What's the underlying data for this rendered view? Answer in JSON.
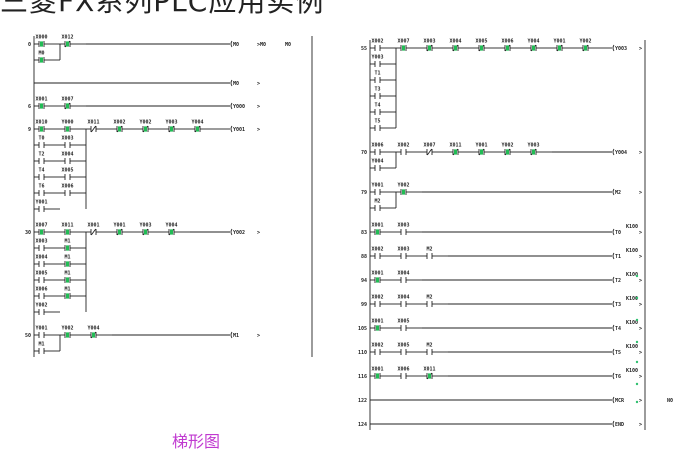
{
  "title": "三菱FX系列PLC应用实例",
  "caption": "梯形图",
  "colors": {
    "line": "#222222",
    "contact": "#22bb55",
    "dot": "#30c070",
    "caption": "#c03ad0"
  },
  "left_diagram": {
    "rungs": [
      {
        "step": "0",
        "rows": [
          {
            "contacts": [
              {
                "label": "X000",
                "type": "NO",
                "active": true
              },
              {
                "label": "X012",
                "type": "NC",
                "active": true
              }
            ],
            "coil": "M0",
            "branch": "M0",
            "extra": "M0"
          },
          {
            "contacts": [
              {
                "label": "M0",
                "type": "NO",
                "active": true
              }
            ]
          }
        ]
      },
      {
        "step": "",
        "rows": [
          {
            "contacts": [],
            "coil": "M0"
          }
        ]
      },
      {
        "step": "6",
        "rows": [
          {
            "contacts": [
              {
                "label": "X001",
                "type": "NO",
                "active": true
              },
              {
                "label": "X007",
                "type": "NC",
                "active": true
              }
            ],
            "coil": "Y000"
          }
        ]
      },
      {
        "step": "9",
        "rows": [
          {
            "contacts": [
              {
                "label": "X010",
                "type": "NO",
                "active": true
              },
              {
                "label": "Y000",
                "type": "NO",
                "active": true
              },
              {
                "label": "X011",
                "type": "NC",
                "active": false
              },
              {
                "label": "X002",
                "type": "NC",
                "active": true
              },
              {
                "label": "Y002",
                "type": "NC",
                "active": true
              },
              {
                "label": "Y003",
                "type": "NC",
                "active": true
              },
              {
                "label": "Y004",
                "type": "NC",
                "active": true
              }
            ],
            "coil": "Y001"
          },
          {
            "contacts": [
              {
                "label": "T0",
                "type": "NO",
                "active": false
              },
              {
                "label": "X003",
                "type": "NO",
                "active": false
              }
            ]
          },
          {
            "contacts": [
              {
                "label": "T2",
                "type": "NO",
                "active": false
              },
              {
                "label": "X004",
                "type": "NO",
                "active": false
              }
            ]
          },
          {
            "contacts": [
              {
                "label": "T4",
                "type": "NO",
                "active": false
              },
              {
                "label": "X005",
                "type": "NO",
                "active": false
              }
            ]
          },
          {
            "contacts": [
              {
                "label": "T6",
                "type": "NO",
                "active": false
              },
              {
                "label": "X006",
                "type": "NO",
                "active": false
              }
            ]
          },
          {
            "contacts": [
              {
                "label": "Y001",
                "type": "NO",
                "active": false
              }
            ]
          }
        ]
      },
      {
        "step": "30",
        "rows": [
          {
            "contacts": [
              {
                "label": "X007",
                "type": "NO",
                "active": true
              },
              {
                "label": "X011",
                "type": "NO",
                "active": true
              },
              {
                "label": "X001",
                "type": "NC",
                "active": false
              },
              {
                "label": "Y001",
                "type": "NC",
                "active": true
              },
              {
                "label": "Y003",
                "type": "NC",
                "active": true
              },
              {
                "label": "Y004",
                "type": "NC",
                "active": true
              }
            ],
            "coil": "Y002"
          },
          {
            "contacts": [
              {
                "label": "X003",
                "type": "NO",
                "active": false
              },
              {
                "label": "M1",
                "type": "NO",
                "active": true
              }
            ]
          },
          {
            "contacts": [
              {
                "label": "X004",
                "type": "NO",
                "active": false
              },
              {
                "label": "M1",
                "type": "NO",
                "active": true
              }
            ]
          },
          {
            "contacts": [
              {
                "label": "X005",
                "type": "NO",
                "active": false
              },
              {
                "label": "M1",
                "type": "NO",
                "active": true
              }
            ]
          },
          {
            "contacts": [
              {
                "label": "X006",
                "type": "NO",
                "active": false
              },
              {
                "label": "M1",
                "type": "NO",
                "active": true
              }
            ]
          },
          {
            "contacts": [
              {
                "label": "Y002",
                "type": "NO",
                "active": false
              }
            ]
          }
        ]
      },
      {
        "step": "50",
        "rows": [
          {
            "contacts": [
              {
                "label": "Y001",
                "type": "NO",
                "active": false
              },
              {
                "label": "Y002",
                "type": "NO",
                "active": true
              },
              {
                "label": "Y004",
                "type": "NC",
                "active": true
              }
            ],
            "coil": "M1"
          },
          {
            "contacts": [
              {
                "label": "M1",
                "type": "NO",
                "active": false
              }
            ]
          }
        ]
      }
    ]
  },
  "right_diagram": {
    "rungs": [
      {
        "step": "55",
        "rows": [
          {
            "contacts": [
              {
                "label": "X002",
                "type": "NO",
                "active": false
              },
              {
                "label": "X007",
                "type": "NO",
                "active": true
              },
              {
                "label": "X003",
                "type": "NC",
                "active": true
              },
              {
                "label": "X004",
                "type": "NC",
                "active": true
              },
              {
                "label": "X005",
                "type": "NC",
                "active": true
              },
              {
                "label": "X006",
                "type": "NC",
                "active": true
              },
              {
                "label": "Y004",
                "type": "NC",
                "active": true
              },
              {
                "label": "Y001",
                "type": "NC",
                "active": true
              },
              {
                "label": "Y002",
                "type": "NC",
                "active": true
              }
            ],
            "coil": "Y003"
          },
          {
            "contacts": [
              {
                "label": "Y003",
                "type": "NO",
                "active": false
              }
            ]
          },
          {
            "contacts": [
              {
                "label": "T1",
                "type": "NO",
                "active": false
              }
            ]
          },
          {
            "contacts": [
              {
                "label": "T3",
                "type": "NO",
                "active": false
              }
            ]
          },
          {
            "contacts": [
              {
                "label": "T4",
                "type": "NO",
                "active": false
              }
            ]
          },
          {
            "contacts": [
              {
                "label": "T5",
                "type": "NO",
                "active": false
              }
            ]
          }
        ]
      },
      {
        "step": "70",
        "rows": [
          {
            "contacts": [
              {
                "label": "X006",
                "type": "NO",
                "active": false
              },
              {
                "label": "X002",
                "type": "NO",
                "active": false
              },
              {
                "label": "X007",
                "type": "NC",
                "active": false
              },
              {
                "label": "X011",
                "type": "NC",
                "active": true
              },
              {
                "label": "Y001",
                "type": "NC",
                "active": true
              },
              {
                "label": "Y002",
                "type": "NC",
                "active": true
              },
              {
                "label": "Y003",
                "type": "NC",
                "active": true
              }
            ],
            "coil": "Y004"
          },
          {
            "contacts": [
              {
                "label": "Y004",
                "type": "NO",
                "active": false
              }
            ]
          }
        ]
      },
      {
        "step": "79",
        "rows": [
          {
            "contacts": [
              {
                "label": "Y001",
                "type": "NO",
                "active": false
              },
              {
                "label": "Y002",
                "type": "NO",
                "active": true
              }
            ],
            "coil": "M2"
          },
          {
            "contacts": [
              {
                "label": "M2",
                "type": "NO",
                "active": false
              }
            ]
          }
        ]
      },
      {
        "step": "83",
        "rows": [
          {
            "contacts": [
              {
                "label": "X001",
                "type": "NO",
                "active": true
              },
              {
                "label": "X003",
                "type": "NO",
                "active": false
              }
            ],
            "coil": "T0",
            "k": "K100"
          }
        ]
      },
      {
        "step": "88",
        "rows": [
          {
            "contacts": [
              {
                "label": "X002",
                "type": "NO",
                "active": false
              },
              {
                "label": "X003",
                "type": "NO",
                "active": false
              },
              {
                "label": "M2",
                "type": "NO",
                "active": false
              }
            ],
            "coil": "T1",
            "k": "K100"
          }
        ]
      },
      {
        "step": "94",
        "rows": [
          {
            "contacts": [
              {
                "label": "X001",
                "type": "NO",
                "active": true
              },
              {
                "label": "X004",
                "type": "NO",
                "active": false
              }
            ],
            "coil": "T2",
            "k": "K100"
          }
        ]
      },
      {
        "step": "99",
        "rows": [
          {
            "contacts": [
              {
                "label": "X002",
                "type": "NO",
                "active": false
              },
              {
                "label": "X004",
                "type": "NO",
                "active": false
              },
              {
                "label": "M2",
                "type": "NO",
                "active": false
              }
            ],
            "coil": "T3",
            "k": "K100"
          }
        ]
      },
      {
        "step": "105",
        "rows": [
          {
            "contacts": [
              {
                "label": "X001",
                "type": "NO",
                "active": true
              },
              {
                "label": "X005",
                "type": "NO",
                "active": false
              }
            ],
            "coil": "T4",
            "k": "K100"
          }
        ]
      },
      {
        "step": "110",
        "rows": [
          {
            "contacts": [
              {
                "label": "X002",
                "type": "NO",
                "active": false
              },
              {
                "label": "X005",
                "type": "NO",
                "active": false
              },
              {
                "label": "M2",
                "type": "NO",
                "active": false
              }
            ],
            "coil": "T5",
            "k": "K100"
          }
        ]
      },
      {
        "step": "116",
        "rows": [
          {
            "contacts": [
              {
                "label": "X001",
                "type": "NO",
                "active": true
              },
              {
                "label": "X006",
                "type": "NO",
                "active": false
              },
              {
                "label": "X011",
                "type": "NC",
                "active": true
              }
            ],
            "coil": "T6",
            "k": "K100"
          }
        ]
      },
      {
        "step": "122",
        "rows": [
          {
            "contacts": [],
            "coil": "MCR",
            "extra": "N0"
          }
        ]
      },
      {
        "step": "124",
        "rows": [
          {
            "contacts": [],
            "coil": "END"
          }
        ]
      }
    ]
  }
}
